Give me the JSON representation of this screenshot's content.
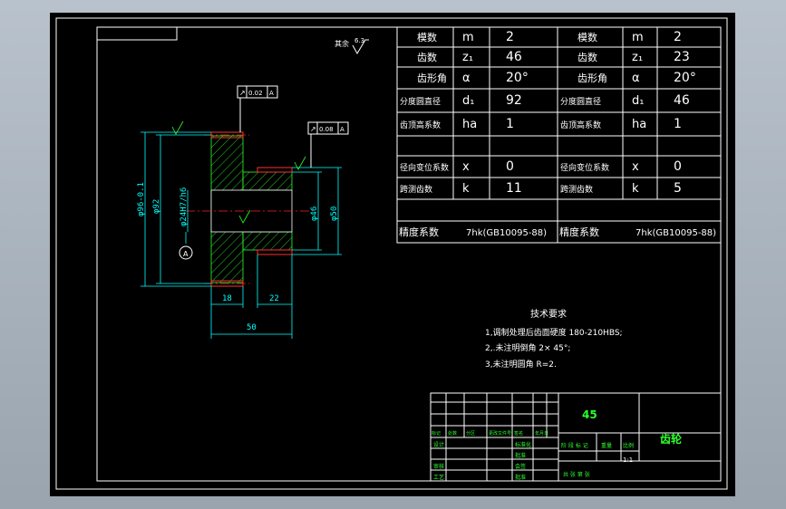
{
  "param_table_left": [
    {
      "name": "模数",
      "sym": "m",
      "val": "2"
    },
    {
      "name": "齿数",
      "sym": "z₁",
      "val": "46"
    },
    {
      "name": "齿形角",
      "sym": "α",
      "val": "20°"
    },
    {
      "name": "分度圆直径",
      "sym": "d₁",
      "val": "92"
    },
    {
      "name": "齿顶高系数",
      "sym": "ha",
      "val": "1"
    },
    {
      "name": "",
      "sym": "",
      "val": ""
    },
    {
      "name": "径向变位系数",
      "sym": "x",
      "val": "0"
    },
    {
      "name": "跨测齿数",
      "sym": "k",
      "val": "11"
    },
    {
      "name": "",
      "sym": "",
      "val": ""
    },
    {
      "name": "精度系数",
      "sym": "",
      "val": "7hk(GB10095-88)"
    }
  ],
  "param_table_right": [
    {
      "name": "模数",
      "sym": "m",
      "val": "2"
    },
    {
      "name": "齿数",
      "sym": "z₁",
      "val": "23"
    },
    {
      "name": "齿形角",
      "sym": "α",
      "val": "20°"
    },
    {
      "name": "分度圆直径",
      "sym": "d₁",
      "val": "46"
    },
    {
      "name": "齿顶高系数",
      "sym": "ha",
      "val": "1"
    },
    {
      "name": "",
      "sym": "",
      "val": ""
    },
    {
      "name": "径向变位系数",
      "sym": "x",
      "val": "0"
    },
    {
      "name": "跨测齿数",
      "sym": "k",
      "val": "5"
    },
    {
      "name": "",
      "sym": "",
      "val": ""
    },
    {
      "name": "精度系数",
      "sym": "",
      "val": "7hk(GB10095-88)"
    }
  ],
  "roughness_note": {
    "label": "其余",
    "value": "6.3"
  },
  "tolerance_1": {
    "symbol": "↗",
    "value": "0.02",
    "datum": "A"
  },
  "tolerance_2": {
    "symbol": "↗",
    "value": "0.08",
    "datum": "A"
  },
  "dims": {
    "od": "φ96-0.1",
    "pitch": "φ92",
    "bore": "φ24H7/h6",
    "hub1": "φ46",
    "hub2": "φ50",
    "d18": "18",
    "d22": "22",
    "d50": "50",
    "datum": "A"
  },
  "tech_req": {
    "title": "技术要求",
    "lines": [
      "1,调制处理后齿面硬度 180-210HBS;",
      "2,.未注明倒角 2× 45°;",
      "3,未注明圆角 R=2."
    ]
  },
  "title_block": {
    "material": "45",
    "part_name": "齿轮",
    "scale": "1:1",
    "header_cells": [
      "标记",
      "处数",
      "分区",
      "更改文件号",
      "签名",
      "年月日"
    ],
    "stage_labels": "阶 段 标 记",
    "weight_label": "重量",
    "scale_label": "比例",
    "sheet_label": "共   张   第   张",
    "role_rows": [
      {
        "role": "设计",
        "std": "标准化"
      },
      {
        "role": "",
        "std": "批准"
      },
      {
        "role": "审核",
        "std": "会签"
      },
      {
        "role": "工艺",
        "std": "批准"
      }
    ]
  }
}
